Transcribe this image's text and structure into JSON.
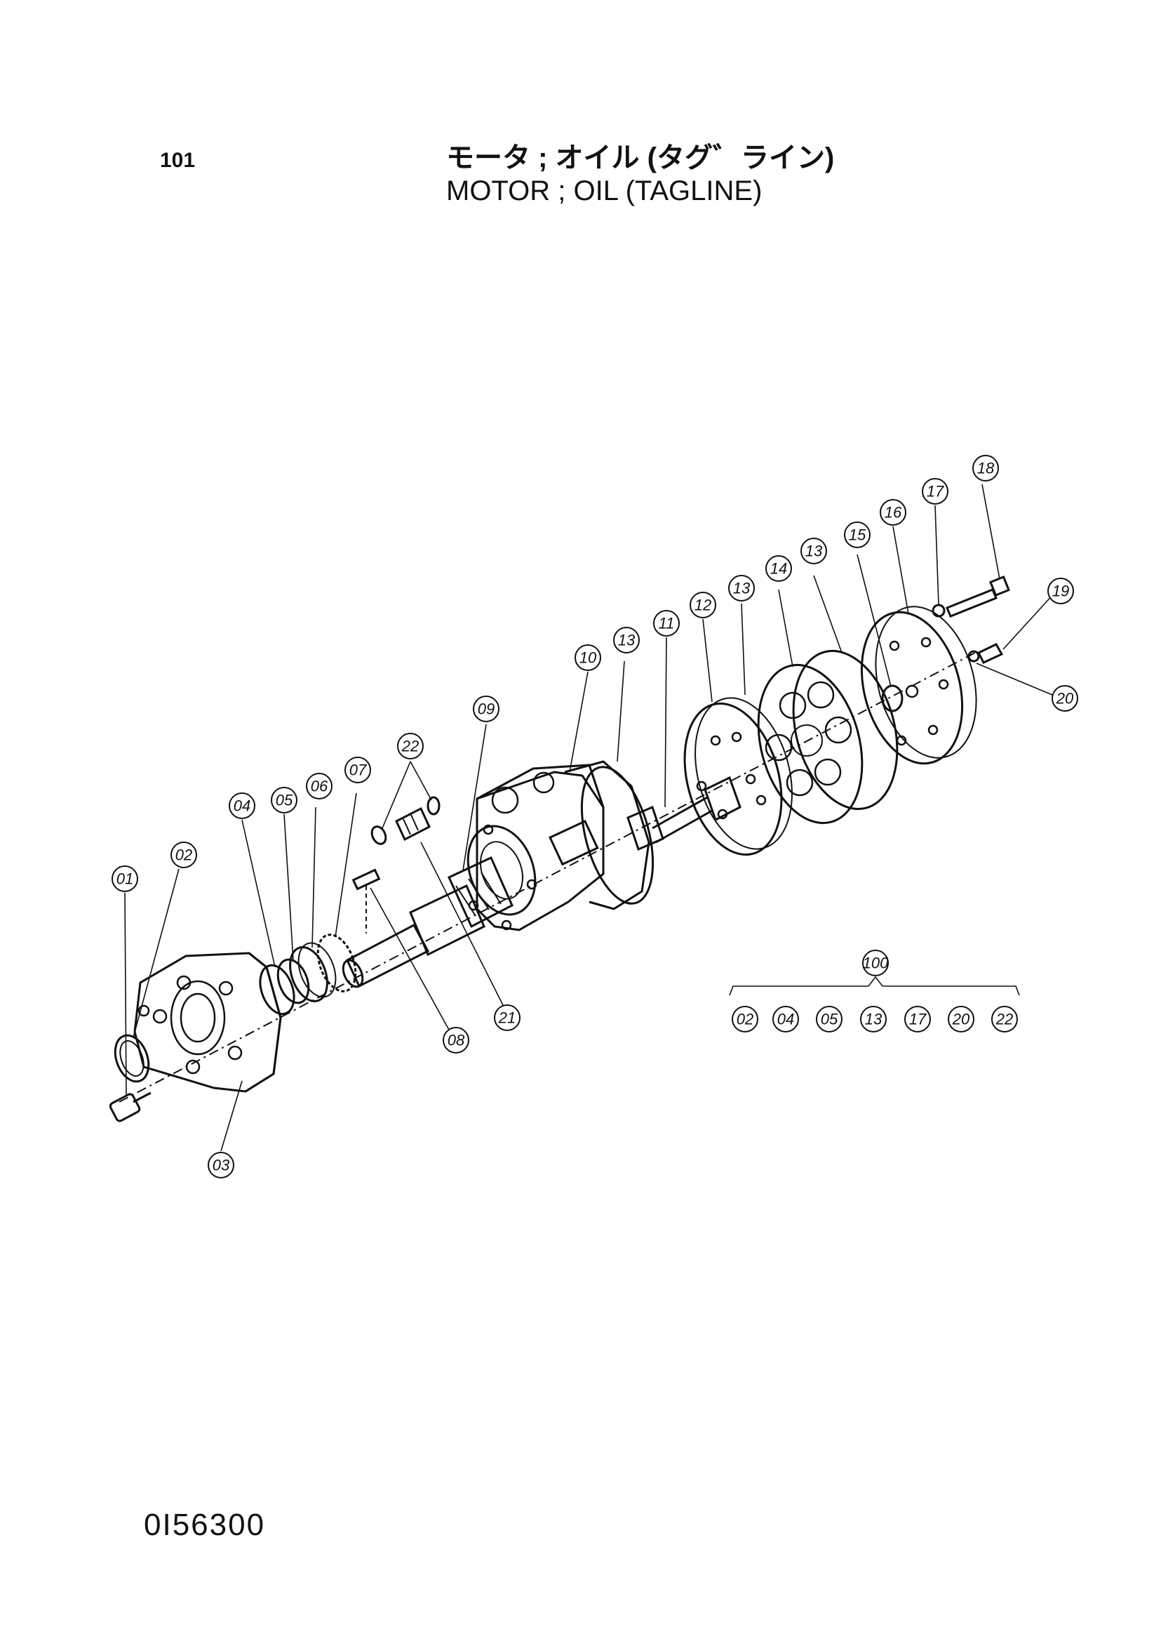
{
  "header": {
    "page_number": "101",
    "title_jp": "モータ ; オイル (タグ゛ライン)",
    "title_en": "MOTOR ; OIL (TAGLINE)"
  },
  "footer": {
    "drawing_number": "0I56300"
  },
  "callouts": [
    {
      "id": "01"
    },
    {
      "id": "02"
    },
    {
      "id": "03"
    },
    {
      "id": "04"
    },
    {
      "id": "05"
    },
    {
      "id": "06"
    },
    {
      "id": "07"
    },
    {
      "id": "08"
    },
    {
      "id": "09"
    },
    {
      "id": "10"
    },
    {
      "id": "11"
    },
    {
      "id": "12"
    },
    {
      "id": "13"
    },
    {
      "id": "13"
    },
    {
      "id": "13"
    },
    {
      "id": "14"
    },
    {
      "id": "15"
    },
    {
      "id": "16"
    },
    {
      "id": "17"
    },
    {
      "id": "18"
    },
    {
      "id": "19"
    },
    {
      "id": "20"
    },
    {
      "id": "21"
    },
    {
      "id": "22"
    }
  ],
  "kit": {
    "id": "100",
    "members": [
      "02",
      "04",
      "05",
      "13",
      "17",
      "20",
      "22"
    ]
  }
}
